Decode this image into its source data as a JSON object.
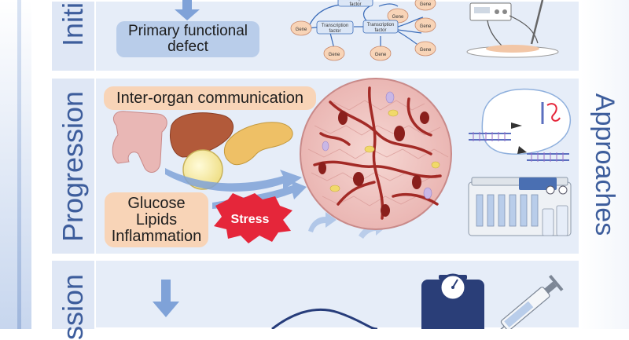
{
  "stages": {
    "initiation": {
      "label": "Initi"
    },
    "progression": {
      "label": "Progression"
    },
    "remission": {
      "label": "ssion"
    }
  },
  "approaches": {
    "label": "Approaches"
  },
  "initiation_panel": {
    "defect_box": {
      "line1": "Primary functional",
      "line2": "defect"
    },
    "network": {
      "gene_label": "Gene",
      "tf_line1": "Transcription",
      "tf_line2": "factor"
    }
  },
  "progression_panel": {
    "communication_box": "Inter-organ communication",
    "factors_box": {
      "line1": "Glucose",
      "line2": "Lipids",
      "line3": "Inflammation"
    },
    "stress_badge": "Stress"
  },
  "colors": {
    "panel_bg": "#e6edf8",
    "label_blue": "#3d5d9c",
    "box_blue": "#b9cdea",
    "box_peach": "#f8d4b7",
    "stress_red": "#e5263a",
    "arrow_blue": "#7fa2d8"
  },
  "icons": [
    "down-arrow-icon",
    "gene-network-icon",
    "electrophysiology-rig-icon",
    "colon-icon",
    "liver-icon",
    "pancreas-icon",
    "fat-cell-icon",
    "islet-tissue-icon",
    "crispr-icon",
    "perfusion-system-icon",
    "weighing-scale-icon",
    "syringe-icon"
  ]
}
